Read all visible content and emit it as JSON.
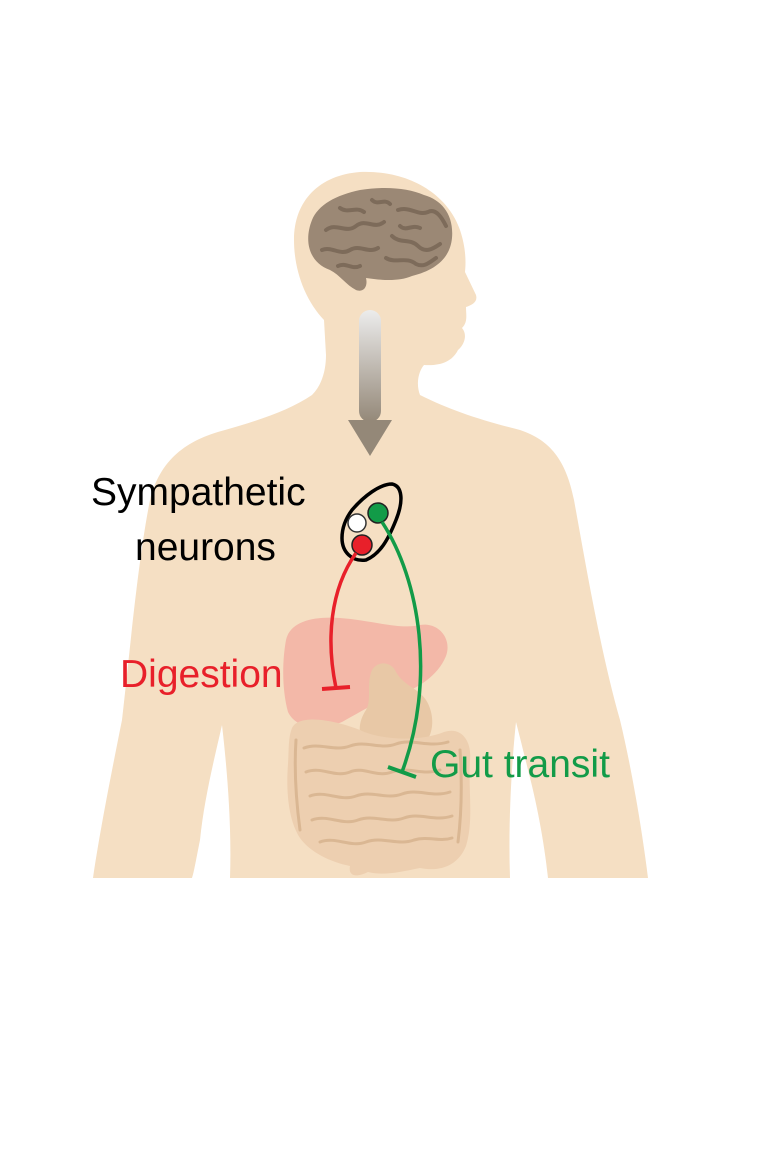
{
  "labels": {
    "sympathetic_line1": "Sympathetic",
    "sympathetic_line2": "neurons",
    "digestion": "Digestion",
    "gut_transit": "Gut transit"
  },
  "colors": {
    "skin": "#f5dfc3",
    "brain": "#9b8875",
    "brain_folds": "#7d6b5a",
    "liver": "#f3b8a8",
    "stomach": "#e8c8a6",
    "intestine": "#edcfb0",
    "intestine_lines": "#dab793",
    "digestion_path": "#e8202a",
    "gut_transit_path": "#129b48",
    "arrow_top": "#ececec",
    "arrow_bottom": "#948878"
  }
}
